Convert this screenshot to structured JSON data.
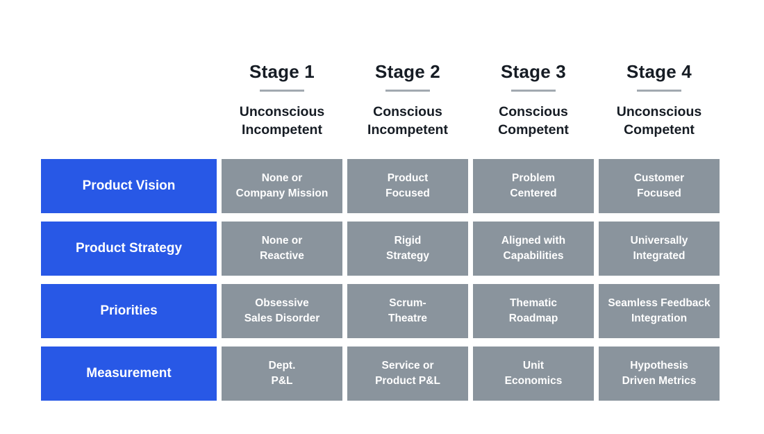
{
  "stages": [
    {
      "title": "Stage 1",
      "subtitle_line1": "Unconscious",
      "subtitle_line2": "Incompetent"
    },
    {
      "title": "Stage 2",
      "subtitle_line1": "Conscious",
      "subtitle_line2": "Incompetent"
    },
    {
      "title": "Stage 3",
      "subtitle_line1": "Conscious",
      "subtitle_line2": "Competent"
    },
    {
      "title": "Stage 4",
      "subtitle_line1": "Unconscious",
      "subtitle_line2": "Competent"
    }
  ],
  "rows": [
    {
      "header": "Product Vision",
      "cells": [
        {
          "line1": "None or",
          "line2": "Company Mission"
        },
        {
          "line1": "Product",
          "line2": "Focused"
        },
        {
          "line1": "Problem",
          "line2": "Centered"
        },
        {
          "line1": "Customer",
          "line2": "Focused"
        }
      ]
    },
    {
      "header": "Product Strategy",
      "cells": [
        {
          "line1": "None or",
          "line2": "Reactive"
        },
        {
          "line1": "Rigid",
          "line2": "Strategy"
        },
        {
          "line1": "Aligned with",
          "line2": "Capabilities"
        },
        {
          "line1": "Universally",
          "line2": "Integrated"
        }
      ]
    },
    {
      "header": "Priorities",
      "cells": [
        {
          "line1": "Obsessive",
          "line2": "Sales Disorder"
        },
        {
          "line1": "Scrum-",
          "line2": "Theatre"
        },
        {
          "line1": "Thematic",
          "line2": "Roadmap"
        },
        {
          "line1": "Seamless Feedback",
          "line2": "Integration"
        }
      ]
    },
    {
      "header": "Measurement",
      "cells": [
        {
          "line1": "Dept.",
          "line2": "P&L"
        },
        {
          "line1": "Service or",
          "line2": "Product P&L"
        },
        {
          "line1": "Unit",
          "line2": "Economics"
        },
        {
          "line1": "Hypothesis",
          "line2": "Driven Metrics"
        }
      ]
    }
  ],
  "colors": {
    "accent_blue": "#2858e6",
    "cell_gray": "#8a949d",
    "heading_text": "#161c24",
    "underline_gray": "#a2a9b0",
    "cell_text": "#ffffff",
    "background": "#ffffff"
  }
}
